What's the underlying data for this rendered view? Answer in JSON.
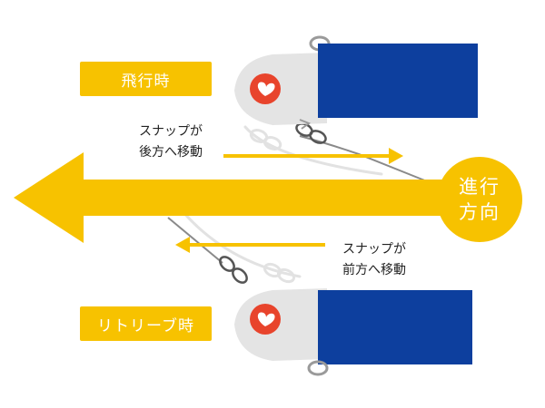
{
  "labels": {
    "flight": "飛行時",
    "retrieve": "リトリーブ時"
  },
  "captions": {
    "snap_back": [
      "スナップが",
      "後方へ移動"
    ],
    "snap_forward": [
      "スナップが",
      "前方へ移動"
    ]
  },
  "direction": {
    "line1": "進行",
    "line2": "方向"
  },
  "colors": {
    "yellow": "#f7c200",
    "blue": "#0d3f9e",
    "lure_body": "#e4e4e4",
    "logo_red": "#e8442c",
    "text": "#222222"
  },
  "icons": [
    "lure-top",
    "lure-bottom",
    "heart-logo",
    "snap-ring"
  ]
}
